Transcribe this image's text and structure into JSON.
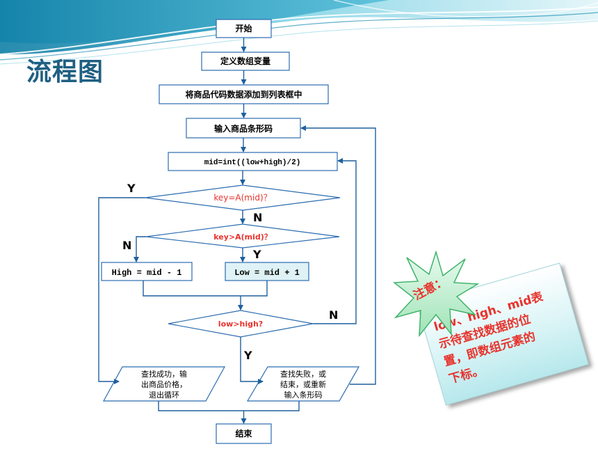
{
  "slide": {
    "title": "流程图"
  },
  "flowchart": {
    "start": "开始",
    "declare": "定义数组变量",
    "load": "将商品代码数据添加到列表框中",
    "input": "输入商品条形码",
    "calc_mid": "mid=int((low+high)/2)",
    "cond_equal": "key=A(mid)？",
    "cond_greater": "key>A(mid)？",
    "set_high": "High = mid - 1",
    "set_low": "Low = mid + 1",
    "cond_lowhigh": "low>high?",
    "found_lines": [
      "查找成功，输",
      "出商品价格，",
      "退出循环"
    ],
    "notfound_lines": [
      "查找失败，或",
      "结束，或重新",
      "输入条形码"
    ],
    "end": "结束",
    "label_y1": "Y",
    "label_n1": "N",
    "label_n2": "N",
    "label_y2": "Y",
    "label_n3": "N",
    "label_y3": "Y"
  },
  "note": {
    "badge": "注意：",
    "lines": [
      "low、high、mid表",
      "示待查找数据的位",
      "置，即数组元素的",
      "下标。"
    ]
  },
  "colors": {
    "arrow": "#1f5f9e",
    "box_border": "#2b6cb0",
    "accent_red": "#e8332d",
    "low_fill": "#dff2f5"
  }
}
